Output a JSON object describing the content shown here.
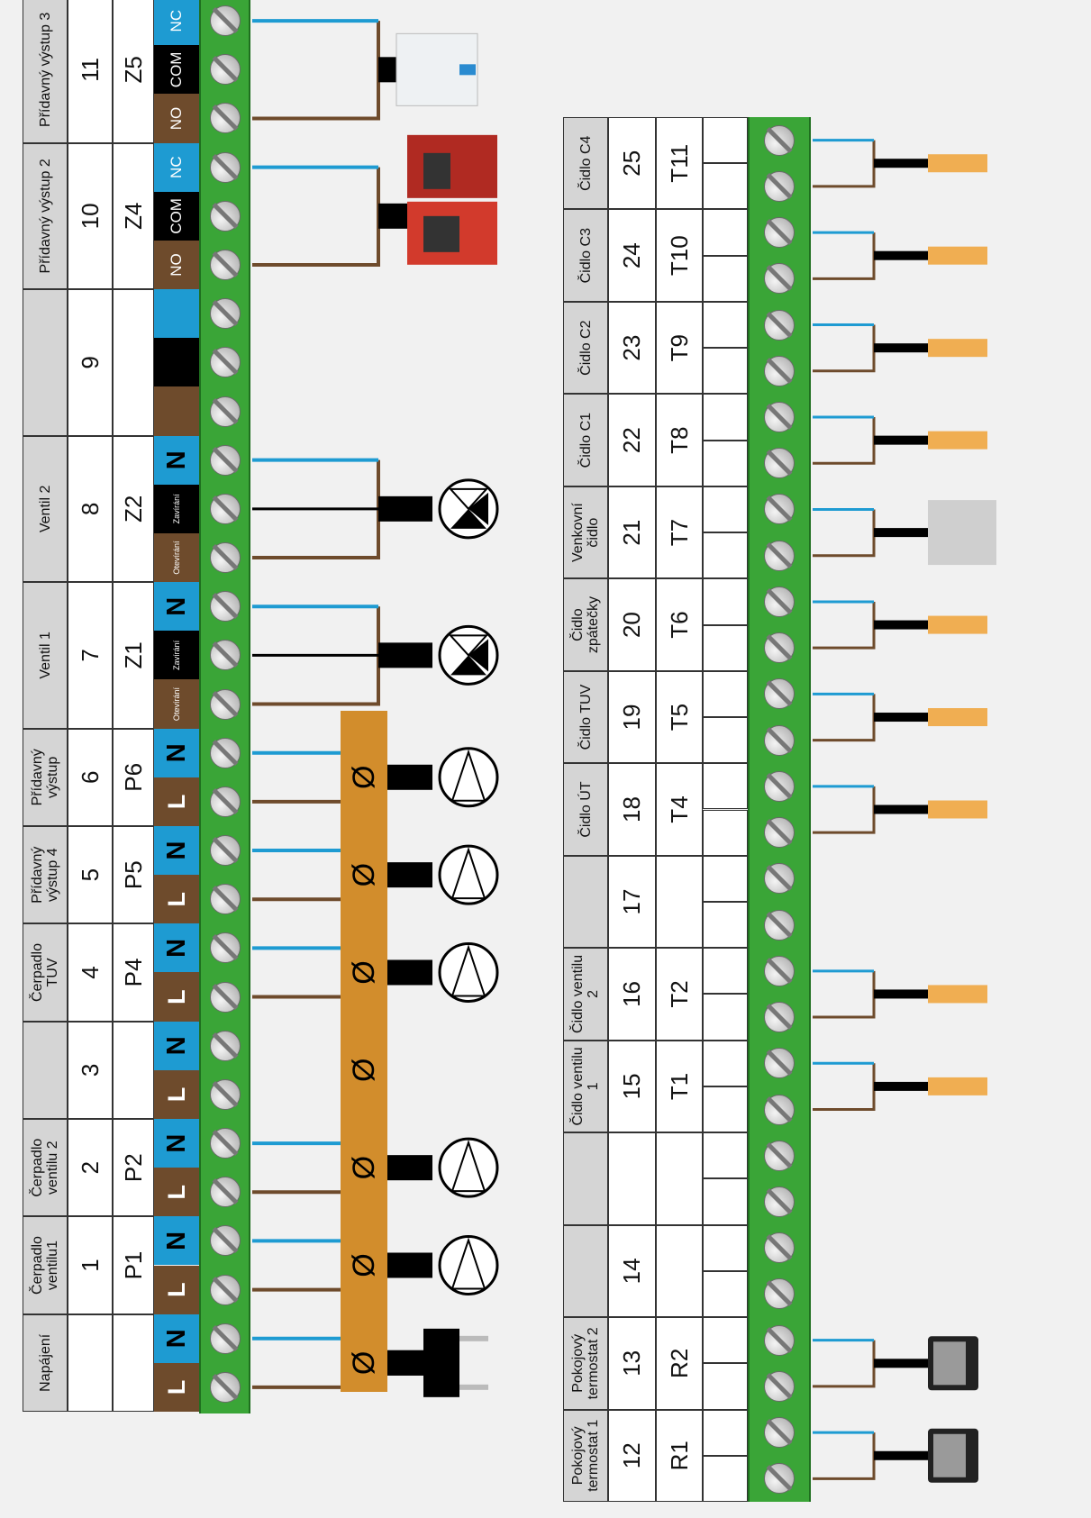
{
  "diagram": {
    "colors": {
      "terminal_brown": "#6e4b2c",
      "terminal_blue": "#1e9bd2",
      "terminal_black": "#000000",
      "terminal_block_green": "#3aa537",
      "protective_earth_bar": "#d28d2c",
      "earth_wire": "#d8e000",
      "sensor_color": "#f0ae52"
    },
    "top_block": {
      "groups": [
        {
          "header": "Napájení",
          "number": "",
          "code": "",
          "terminals": [
            "L",
            "N"
          ],
          "device": "power-plug-icon"
        },
        {
          "header": "Čerpadlo ventilu1",
          "number": "1",
          "code": "P1",
          "terminals": [
            "L",
            "N"
          ],
          "device": "pump-icon"
        },
        {
          "header": "Čerpadlo ventilu 2",
          "number": "2",
          "code": "P2",
          "terminals": [
            "L",
            "N"
          ],
          "device": "pump-icon"
        },
        {
          "header": "",
          "number": "3",
          "code": "",
          "terminals": [
            "L",
            "N"
          ],
          "device": ""
        },
        {
          "header": "Čerpadlo TUV",
          "number": "4",
          "code": "P4",
          "terminals": [
            "L",
            "N"
          ],
          "device": "pump-icon"
        },
        {
          "header": "Přídavný výstup 4",
          "number": "5",
          "code": "P5",
          "terminals": [
            "L",
            "N"
          ],
          "device": "pump-icon"
        },
        {
          "header": "Přídavný výstup",
          "number": "6",
          "code": "P6",
          "terminals": [
            "L",
            "N"
          ],
          "device": "pump-icon"
        },
        {
          "header": "Ventil 1",
          "number": "7",
          "code": "Z1",
          "terminals": [
            "Otevírání",
            "Zavírání",
            "N"
          ],
          "device": "mixing-valve-icon"
        },
        {
          "header": "Ventil 2",
          "number": "8",
          "code": "Z2",
          "terminals": [
            "Otevírání",
            "Zavírání",
            "N"
          ],
          "device": "mixing-valve-icon"
        },
        {
          "header": "",
          "number": "9",
          "code": "",
          "terminals": [
            "",
            "",
            ""
          ],
          "device": ""
        },
        {
          "header": "Přídavný výstup 2",
          "number": "10",
          "code": "Z4",
          "terminals": [
            "NO",
            "COM",
            "NC"
          ],
          "device": "boiler-icon"
        },
        {
          "header": "Přídavný výstup 3",
          "number": "11",
          "code": "Z5",
          "terminals": [
            "NO",
            "COM",
            "NC"
          ],
          "device": "wall-boiler-icon"
        }
      ],
      "earth_symbol": "Ø"
    },
    "bottom_block": {
      "groups": [
        {
          "header": "Pokojový termostat 1",
          "number": "12",
          "code": "R1",
          "device": "room-thermostat-icon"
        },
        {
          "header": "Pokojový termostat 2",
          "number": "13",
          "code": "R2",
          "device": "room-thermostat-icon"
        },
        {
          "header": "",
          "number": "14",
          "code": "",
          "device": ""
        },
        {
          "header": "",
          "number": "",
          "code": "",
          "device": ""
        },
        {
          "header": "Čidlo ventilu 1",
          "number": "15",
          "code": "T1",
          "device": "temperature-sensor-icon"
        },
        {
          "header": "Čidlo ventilu 2",
          "number": "16",
          "code": "T2",
          "device": "temperature-sensor-icon"
        },
        {
          "header": "",
          "number": "17",
          "code": "",
          "device": ""
        },
        {
          "header": "Čidlo ÚT",
          "number": "18",
          "code": "T4",
          "device": "temperature-sensor-icon"
        },
        {
          "header": "Čidlo TUV",
          "number": "19",
          "code": "T5",
          "device": "temperature-sensor-icon"
        },
        {
          "header": "Čidlo zpátečky",
          "number": "20",
          "code": "T6",
          "device": "temperature-sensor-icon"
        },
        {
          "header": "Venkovní čidlo",
          "number": "21",
          "code": "T7",
          "device": "outdoor-sensor-icon"
        },
        {
          "header": "Čidlo C1",
          "number": "22",
          "code": "T8",
          "device": "temperature-sensor-icon"
        },
        {
          "header": "Čidlo C2",
          "number": "23",
          "code": "T9",
          "device": "temperature-sensor-icon"
        },
        {
          "header": "Čidlo C3",
          "number": "24",
          "code": "T10",
          "device": "temperature-sensor-icon"
        },
        {
          "header": "Čidlo C4",
          "number": "25",
          "code": "T11",
          "device": "temperature-sensor-icon"
        }
      ]
    }
  }
}
